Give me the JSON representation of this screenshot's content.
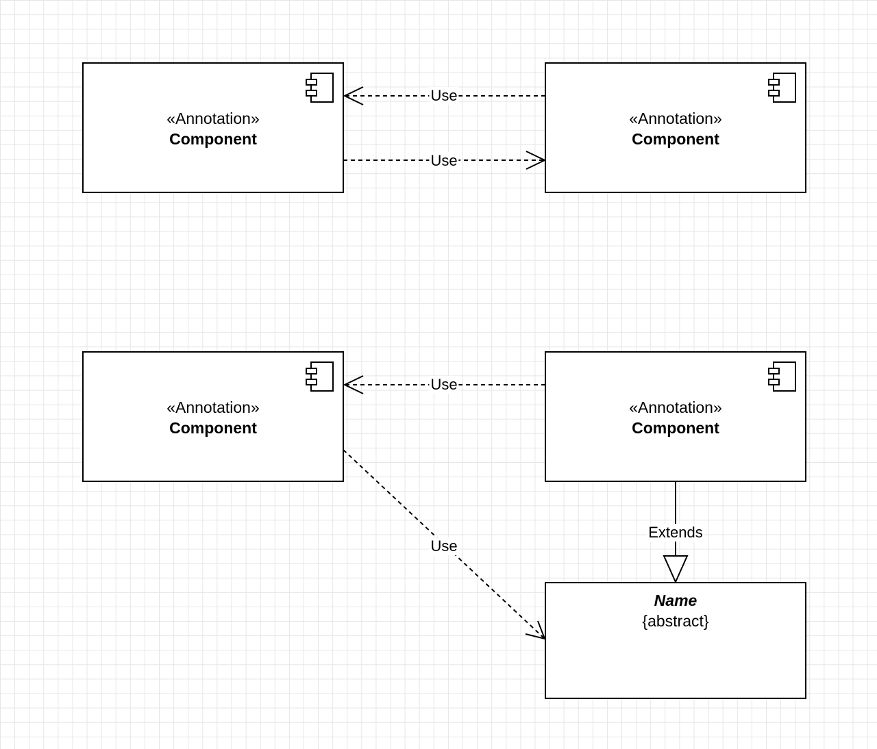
{
  "components": [
    {
      "id": "c1",
      "stereotype": "«Annotation»",
      "name": "Component",
      "icon": "component-icon"
    },
    {
      "id": "c2",
      "stereotype": "«Annotation»",
      "name": "Component",
      "icon": "component-icon"
    },
    {
      "id": "c3",
      "stereotype": "«Annotation»",
      "name": "Component",
      "icon": "component-icon"
    },
    {
      "id": "c4",
      "stereotype": "«Annotation»",
      "name": "Component",
      "icon": "component-icon"
    }
  ],
  "abstract_class": {
    "name": "Name",
    "constraint": "{abstract}"
  },
  "edges": [
    {
      "from": "c2",
      "to": "c1",
      "label": "Use",
      "style": "dashed",
      "arrow": "open"
    },
    {
      "from": "c1",
      "to": "c2",
      "label": "Use",
      "style": "dashed",
      "arrow": "open"
    },
    {
      "from": "c4",
      "to": "c3",
      "label": "Use",
      "style": "dashed",
      "arrow": "open"
    },
    {
      "from": "c3",
      "to": "abstract",
      "label": "Use",
      "style": "dashed",
      "arrow": "open"
    },
    {
      "from": "c4",
      "to": "abstract",
      "label": "Extends",
      "style": "solid",
      "arrow": "hollow-triangle"
    }
  ],
  "colors": {
    "line": "#000000",
    "grid": "#e6e6e6",
    "background": "#ffffff"
  }
}
